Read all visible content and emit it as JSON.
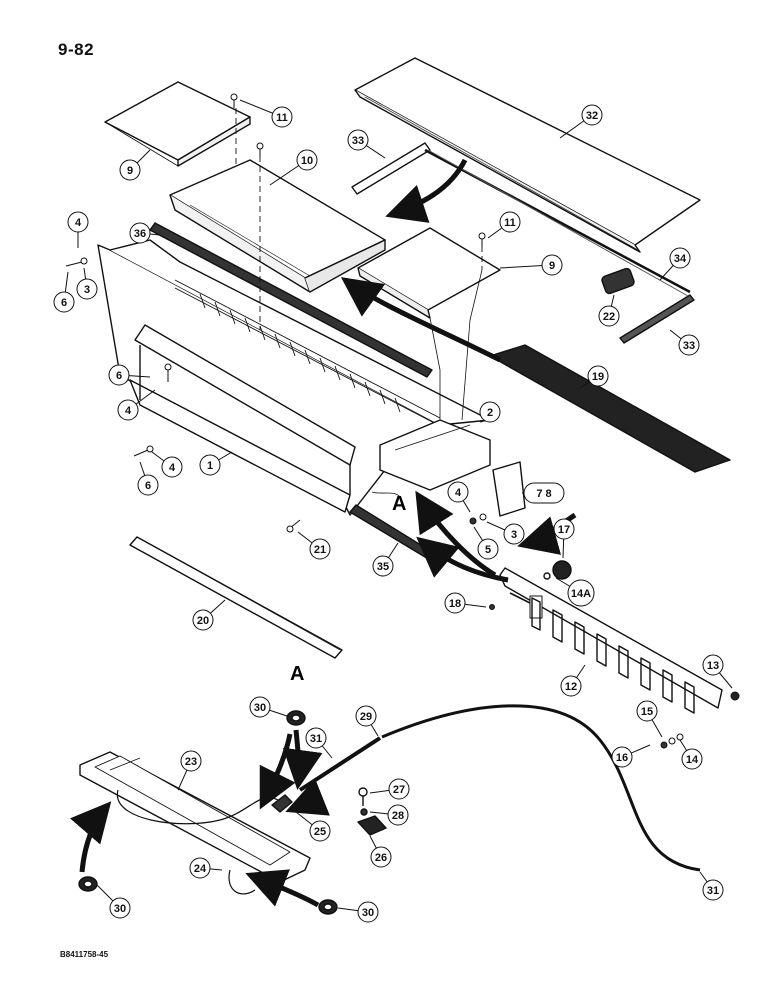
{
  "page_number": "9-82",
  "document_code": "B8411758-45",
  "section_marks": [
    "A",
    "A"
  ],
  "callouts": [
    {
      "id": "c9a",
      "label": "9"
    },
    {
      "id": "c11a",
      "label": "11"
    },
    {
      "id": "c10",
      "label": "10"
    },
    {
      "id": "c32",
      "label": "32"
    },
    {
      "id": "c33a",
      "label": "33"
    },
    {
      "id": "c4a",
      "label": "4"
    },
    {
      "id": "c36",
      "label": "36"
    },
    {
      "id": "c11b",
      "label": "11"
    },
    {
      "id": "c9b",
      "label": "9"
    },
    {
      "id": "c34",
      "label": "34"
    },
    {
      "id": "c3a",
      "label": "3"
    },
    {
      "id": "c6a",
      "label": "6"
    },
    {
      "id": "c22",
      "label": "22"
    },
    {
      "id": "c33b",
      "label": "33"
    },
    {
      "id": "c6b",
      "label": "6"
    },
    {
      "id": "c4b",
      "label": "4"
    },
    {
      "id": "c19",
      "label": "19"
    },
    {
      "id": "c2",
      "label": "2"
    },
    {
      "id": "c1",
      "label": "1"
    },
    {
      "id": "c4c",
      "label": "4"
    },
    {
      "id": "c6c",
      "label": "6"
    },
    {
      "id": "c78",
      "label": "7  8"
    },
    {
      "id": "c4d",
      "label": "4"
    },
    {
      "id": "c3b",
      "label": "3"
    },
    {
      "id": "c5",
      "label": "5"
    },
    {
      "id": "c21",
      "label": "21"
    },
    {
      "id": "c35",
      "label": "35"
    },
    {
      "id": "c17",
      "label": "17"
    },
    {
      "id": "c14A",
      "label": "14A"
    },
    {
      "id": "c18",
      "label": "18"
    },
    {
      "id": "c20",
      "label": "20"
    },
    {
      "id": "c12",
      "label": "12"
    },
    {
      "id": "c13",
      "label": "13"
    },
    {
      "id": "c15",
      "label": "15"
    },
    {
      "id": "c16",
      "label": "16"
    },
    {
      "id": "c14",
      "label": "14"
    },
    {
      "id": "c30a",
      "label": "30"
    },
    {
      "id": "c29",
      "label": "29"
    },
    {
      "id": "c31a",
      "label": "31"
    },
    {
      "id": "c23",
      "label": "23"
    },
    {
      "id": "c27",
      "label": "27"
    },
    {
      "id": "c28",
      "label": "28"
    },
    {
      "id": "c25",
      "label": "25"
    },
    {
      "id": "c26",
      "label": "26"
    },
    {
      "id": "c24",
      "label": "24"
    },
    {
      "id": "c30b",
      "label": "30"
    },
    {
      "id": "c30c",
      "label": "30"
    },
    {
      "id": "c31b",
      "label": "31"
    }
  ]
}
